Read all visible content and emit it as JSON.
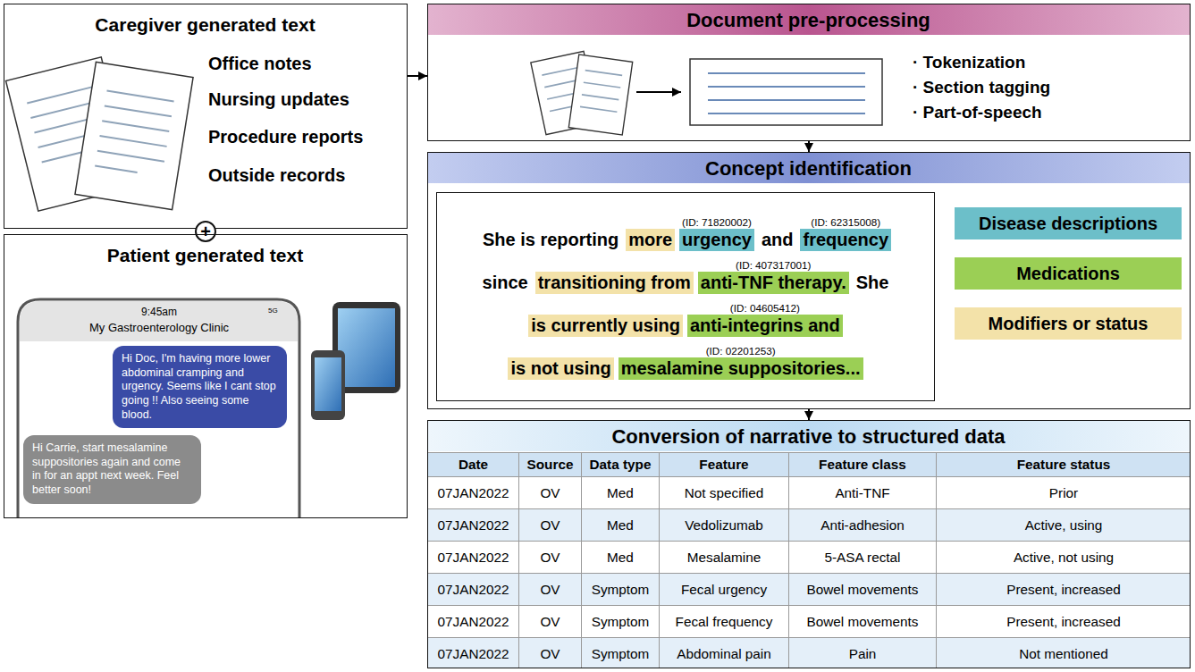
{
  "diagram": {
    "nodes": [
      {
        "text": [
          "Caregiver generated text",
          "Office notes",
          "Nursing updates",
          "Procedure reports",
          "Outside records"
        ]
      },
      {
        "text": [
          "+"
        ]
      },
      {
        "text": [
          "Patient generated text"
        ]
      },
      {
        "text": [
          "Hi Doc, I'm having more lower abdominal cramping and urgency. Seems like I cant stop going !! Also seeing some blood."
        ],
        "in": 2
      },
      {
        "text": [
          "Hi Carrie, start mesalamine suppositories again and come in for an appt next week. Feel better soon!"
        ],
        "in": 2
      },
      {
        "text": [
          "Document pre-processing",
          "· Tokenization",
          "· Section tagging",
          "· Part-of-speech"
        ]
      },
      {
        "text": [
          "Concept identification"
        ]
      },
      {
        "text": [
          "She is reporting",
          "more",
          "urgency",
          "and",
          "frequency",
          "since",
          "transitioning from",
          "anti-TNF therapy.",
          "She",
          "is currently using",
          "anti-integrins and",
          "is not using",
          "mesalamine suppositories..."
        ],
        "in": 6
      },
      {
        "text": [
          "Conversion of narrative to structured data"
        ]
      }
    ],
    "edges": [
      {
        "from": 0,
        "to": 5,
        "arrow": "to"
      },
      {
        "from": 5,
        "to": 6,
        "arrow": "to"
      },
      {
        "from": 6,
        "to": 8,
        "arrow": "to"
      }
    ],
    "labels": [
      "9:45am",
      "5G",
      "My Gastroenterology Clinic",
      "(ID: 71820002)",
      "(ID: 62315008)",
      "(ID: 407317001)",
      "(ID: 04605412)",
      "(ID: 02201253)",
      "Date",
      "Source",
      "Data type",
      "Feature",
      "Feature class",
      "Feature status",
      "07JAN2022",
      "OV",
      "Med",
      "Not specified",
      "Anti-TNF",
      "Prior",
      "07JAN2022",
      "OV",
      "Med",
      "Vedolizumab",
      "Anti-adhesion",
      "Active, using",
      "07JAN2022",
      "OV",
      "Med",
      "Mesalamine",
      "5-ASA rectal",
      "Active, not using",
      "07JAN2022",
      "OV",
      "Symptom",
      "Fecal urgency",
      "Bowel movements",
      "Present, increased",
      "07JAN2022",
      "OV",
      "Symptom",
      "Fecal frequency",
      "Bowel movements",
      "Present, increased",
      "07JAN2022",
      "OV",
      "Symptom",
      "Abdominal pain",
      "Pain",
      "Not mentioned"
    ],
    "legend": [
      {
        "text": "Disease descriptions",
        "color": "#6cbfc9"
      },
      {
        "text": "Medications",
        "color": "#9bcf55"
      },
      {
        "text": "Modifiers or status",
        "color": "#f3e2a9"
      }
    ]
  }
}
